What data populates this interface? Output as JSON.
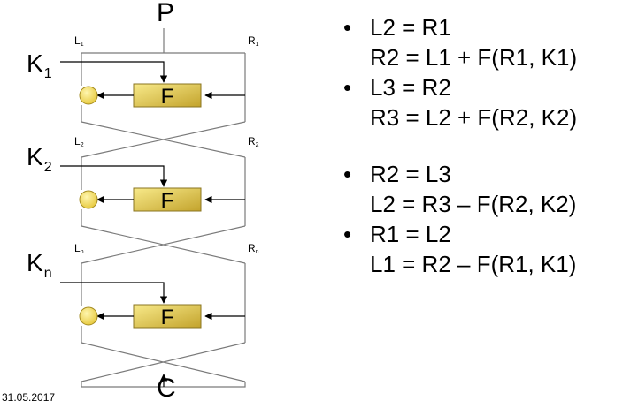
{
  "diagram": {
    "input_label": "P",
    "output_label": "C",
    "keys": [
      {
        "main": "K",
        "sub": "1"
      },
      {
        "main": "K",
        "sub": "2"
      },
      {
        "main": "K",
        "sub": "n"
      }
    ],
    "round_labels": [
      {
        "left": {
          "main": "L",
          "sub": "1"
        },
        "right": {
          "main": "R",
          "sub": "1"
        }
      },
      {
        "left": {
          "main": "L",
          "sub": "2"
        },
        "right": {
          "main": "R",
          "sub": "2"
        }
      },
      {
        "left": {
          "main": "L",
          "sub": "n"
        },
        "right": {
          "main": "R",
          "sub": "n"
        }
      }
    ],
    "function_label": "F",
    "colors": {
      "f_box_light": "#f8ea8a",
      "f_box_dark": "#c3a32c",
      "xor_fill": "#f5e05a",
      "lines": "#7a7a7a"
    }
  },
  "equations": {
    "bullet": "•",
    "encryption": [
      {
        "lines": [
          "L2 = R1",
          "R2 = L1 + F(R1, K1)"
        ]
      },
      {
        "lines": [
          "L3 = R2",
          "R3 = L2 + F(R2, K2)"
        ]
      }
    ],
    "decryption": [
      {
        "lines": [
          "R2 = L3",
          "L2 = R3 – F(R2, K2)"
        ]
      },
      {
        "lines": [
          "R1 = L2",
          "L1 = R2 – F(R1, K1)"
        ]
      }
    ]
  },
  "footer": {
    "date": "31.05.2017"
  }
}
